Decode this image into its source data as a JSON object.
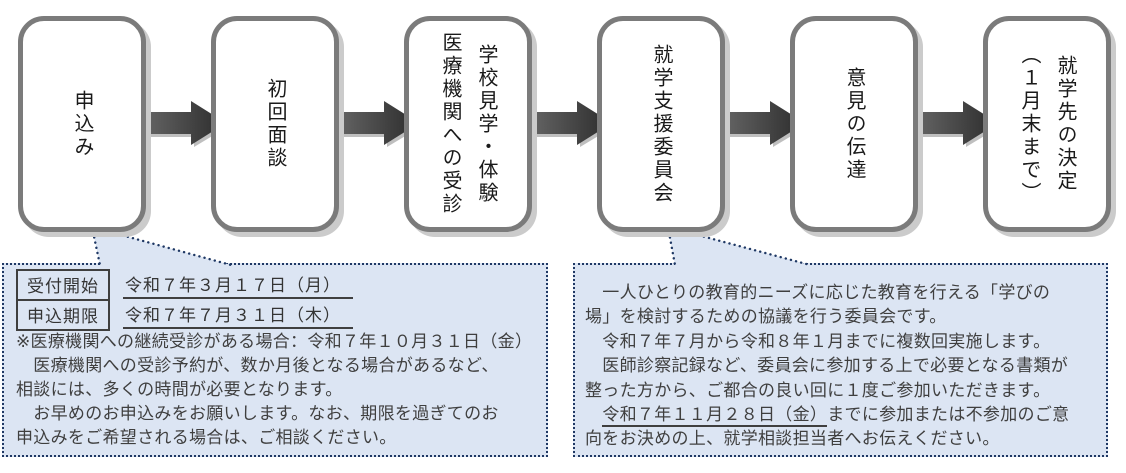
{
  "flow": {
    "steps": [
      {
        "lines": [
          "申込み"
        ]
      },
      {
        "lines": [
          "初回面談"
        ]
      },
      {
        "lines": [
          "学校見学・体験",
          "医療機関への受診"
        ]
      },
      {
        "lines": [
          "就学支援委員会"
        ]
      },
      {
        "lines": [
          "意見の伝達"
        ]
      },
      {
        "lines": [
          "就学先の決定",
          "（１月末まで）"
        ]
      }
    ]
  },
  "callouts": {
    "left": {
      "rows": [
        {
          "label": "受付開始",
          "date": "令和７年３月１７日（月）"
        },
        {
          "label": "申込期限",
          "date": "令和７年７月３１日（木）"
        }
      ],
      "note": "※医療機関への継続受診がある場合：令和７年１０月３１日（金）",
      "lines": [
        "　医療機関への受診予約が、数か月後となる場合があるなど、",
        "相談には、多くの時間が必要となります。",
        "　お早めのお申込みをお願いします。なお、期限を過ぎてのお",
        "申込みをご希望される場合は、ご相談ください。"
      ]
    },
    "right": {
      "lines": [
        "　一人ひとりの教育的ニーズに応じた教育を行える「学びの",
        "場」を検討するための協議を行う委員会です。",
        "　令和７年７月から令和８年１月までに複数回実施します。",
        "　医師診察記録など、委員会に参加する上で必要となる書類が",
        "整った方から、ご都合の良い回に１度ご参加いただきます。"
      ],
      "deadline_line": {
        "indent": "　",
        "underlined": "令和７年１１月２８日（金）",
        "rest": "までに参加または不参加のご意"
      },
      "last_line": "向をお決めの上、就学相談担当者へお伝えください。"
    }
  },
  "colors": {
    "callout_background": "#dce5f3",
    "callout_border": "#1f3864",
    "box_border": "#7b7b7b",
    "box_shadow": "#cbcbcb",
    "arrow_gradient_start": "#717171",
    "arrow_gradient_end": "#2b2b2b",
    "arrow_shadow": "#bfbfbf",
    "text": "#3f3f3f"
  }
}
